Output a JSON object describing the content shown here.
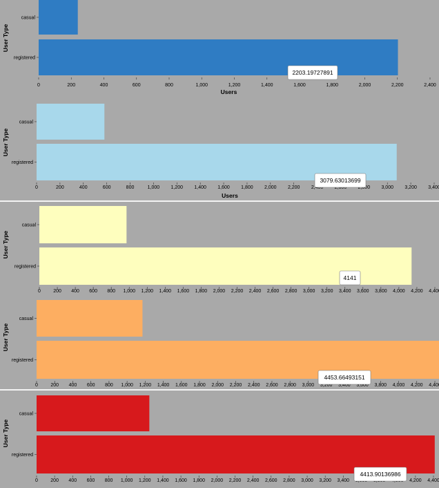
{
  "chart_data": [
    {
      "type": "bar",
      "orientation": "horizontal",
      "color": "#2f7cc3",
      "ylabel": "User Type",
      "xlabel": "Users",
      "categories": [
        "casual",
        "registered"
      ],
      "values": [
        240,
        2203.19727891
      ],
      "xlim": [
        0,
        2400
      ],
      "tick_step": 200,
      "tooltip": "2203.19727891"
    },
    {
      "type": "bar",
      "orientation": "horizontal",
      "color": "#a8d8eb",
      "ylabel": "User Type",
      "xlabel": "Users",
      "categories": [
        "casual",
        "registered"
      ],
      "values": [
        580,
        3079.63013699
      ],
      "xlim": [
        0,
        3400
      ],
      "tick_step": 200,
      "tooltip": "3079.63013699"
    },
    {
      "type": "bar",
      "orientation": "horizontal",
      "color": "#fefebe",
      "ylabel": "User Type",
      "xlabel": "",
      "categories": [
        "casual",
        "registered"
      ],
      "values": [
        970,
        4141
      ],
      "xlim": [
        0,
        4400
      ],
      "tick_step": 200,
      "tooltip": "4141"
    },
    {
      "type": "bar",
      "orientation": "horizontal",
      "color": "#fdae61",
      "ylabel": "User Type",
      "xlabel": "",
      "categories": [
        "casual",
        "registered"
      ],
      "values": [
        1170,
        4453.66493151
      ],
      "xlim": [
        0,
        4400
      ],
      "tick_step": 200,
      "tooltip": "4453.66493151"
    },
    {
      "type": "bar",
      "orientation": "horizontal",
      "color": "#d7191c",
      "ylabel": "User Type",
      "xlabel": "",
      "categories": [
        "casual",
        "registered"
      ],
      "values": [
        1250,
        4413.90136986
      ],
      "xlim": [
        0,
        4400
      ],
      "tick_step": 200,
      "tooltip": "4413.90136986"
    }
  ]
}
